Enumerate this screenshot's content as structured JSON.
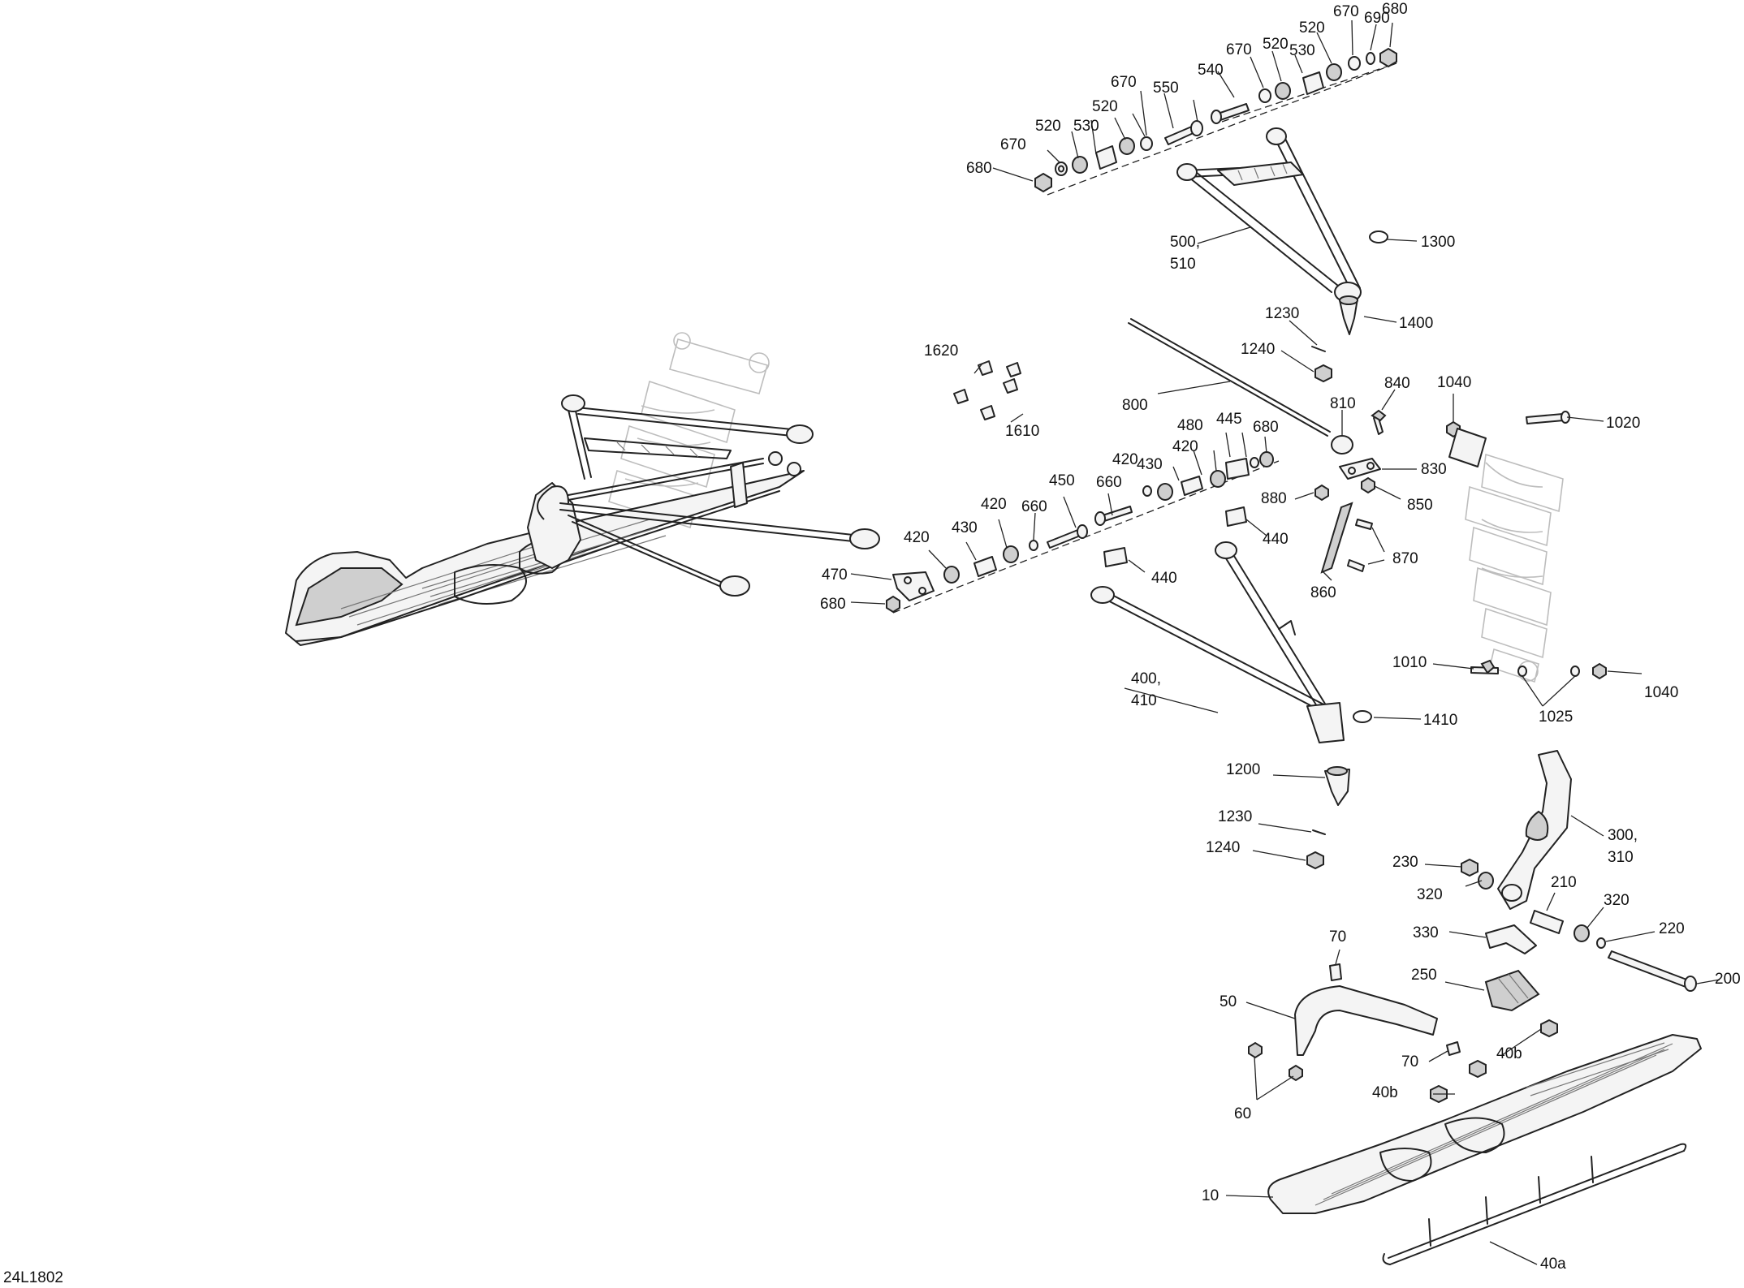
{
  "drawing_ref": "24L1802",
  "callouts": [
    {
      "id": "c680a",
      "text": "680"
    },
    {
      "id": "c690",
      "text": "690"
    },
    {
      "id": "c670a",
      "text": "670"
    },
    {
      "id": "c520a",
      "text": "520"
    },
    {
      "id": "c670b",
      "text": "670"
    },
    {
      "id": "c520b",
      "text": "520"
    },
    {
      "id": "c530a",
      "text": "530"
    },
    {
      "id": "c540",
      "text": "540"
    },
    {
      "id": "c670c",
      "text": "670"
    },
    {
      "id": "c550",
      "text": "550"
    },
    {
      "id": "c520c",
      "text": "520"
    },
    {
      "id": "c520d",
      "text": "520"
    },
    {
      "id": "c530b",
      "text": "530"
    },
    {
      "id": "c670d",
      "text": "670"
    },
    {
      "id": "c680b",
      "text": "680"
    },
    {
      "id": "c500",
      "text": "500,"
    },
    {
      "id": "c510",
      "text": "510"
    },
    {
      "id": "c1300",
      "text": "1300"
    },
    {
      "id": "c1230a",
      "text": "1230"
    },
    {
      "id": "c1400",
      "text": "1400"
    },
    {
      "id": "c1240a",
      "text": "1240"
    },
    {
      "id": "c1620",
      "text": "1620"
    },
    {
      "id": "c1610",
      "text": "1610"
    },
    {
      "id": "c800",
      "text": "800"
    },
    {
      "id": "c810",
      "text": "810"
    },
    {
      "id": "c840",
      "text": "840"
    },
    {
      "id": "c1040a",
      "text": "1040"
    },
    {
      "id": "c1020",
      "text": "1020"
    },
    {
      "id": "c480",
      "text": "480"
    },
    {
      "id": "c445",
      "text": "445"
    },
    {
      "id": "c680c",
      "text": "680"
    },
    {
      "id": "c420a",
      "text": "420"
    },
    {
      "id": "c420b",
      "text": "420"
    },
    {
      "id": "c430a",
      "text": "430"
    },
    {
      "id": "c830",
      "text": "830"
    },
    {
      "id": "c450",
      "text": "450"
    },
    {
      "id": "c660a",
      "text": "660"
    },
    {
      "id": "c880",
      "text": "880"
    },
    {
      "id": "c850",
      "text": "850"
    },
    {
      "id": "c420c",
      "text": "420"
    },
    {
      "id": "c660b",
      "text": "660"
    },
    {
      "id": "c440a",
      "text": "440"
    },
    {
      "id": "c430b",
      "text": "430"
    },
    {
      "id": "c420d",
      "text": "420"
    },
    {
      "id": "c870",
      "text": "870"
    },
    {
      "id": "c470",
      "text": "470"
    },
    {
      "id": "c440b",
      "text": "440"
    },
    {
      "id": "c860",
      "text": "860"
    },
    {
      "id": "c680d",
      "text": "680"
    },
    {
      "id": "c1010",
      "text": "1010"
    },
    {
      "id": "c1040b",
      "text": "1040"
    },
    {
      "id": "c400",
      "text": "400,"
    },
    {
      "id": "c410",
      "text": "410"
    },
    {
      "id": "c1025",
      "text": "1025"
    },
    {
      "id": "c1410",
      "text": "1410"
    },
    {
      "id": "c1200",
      "text": "1200"
    },
    {
      "id": "c300",
      "text": "300,"
    },
    {
      "id": "c310",
      "text": "310"
    },
    {
      "id": "c1230b",
      "text": "1230"
    },
    {
      "id": "c1240b",
      "text": "1240"
    },
    {
      "id": "c230",
      "text": "230"
    },
    {
      "id": "c210",
      "text": "210"
    },
    {
      "id": "c320a",
      "text": "320"
    },
    {
      "id": "c320b",
      "text": "320"
    },
    {
      "id": "c220",
      "text": "220"
    },
    {
      "id": "c330",
      "text": "330"
    },
    {
      "id": "c70a",
      "text": "70"
    },
    {
      "id": "c250",
      "text": "250"
    },
    {
      "id": "c200",
      "text": "200"
    },
    {
      "id": "c50",
      "text": "50"
    },
    {
      "id": "c40b_a",
      "text": "40b"
    },
    {
      "id": "c70b",
      "text": "70"
    },
    {
      "id": "c40b_b",
      "text": "40b"
    },
    {
      "id": "c60",
      "text": "60"
    },
    {
      "id": "c10",
      "text": "10"
    },
    {
      "id": "c40a",
      "text": "40a"
    }
  ]
}
